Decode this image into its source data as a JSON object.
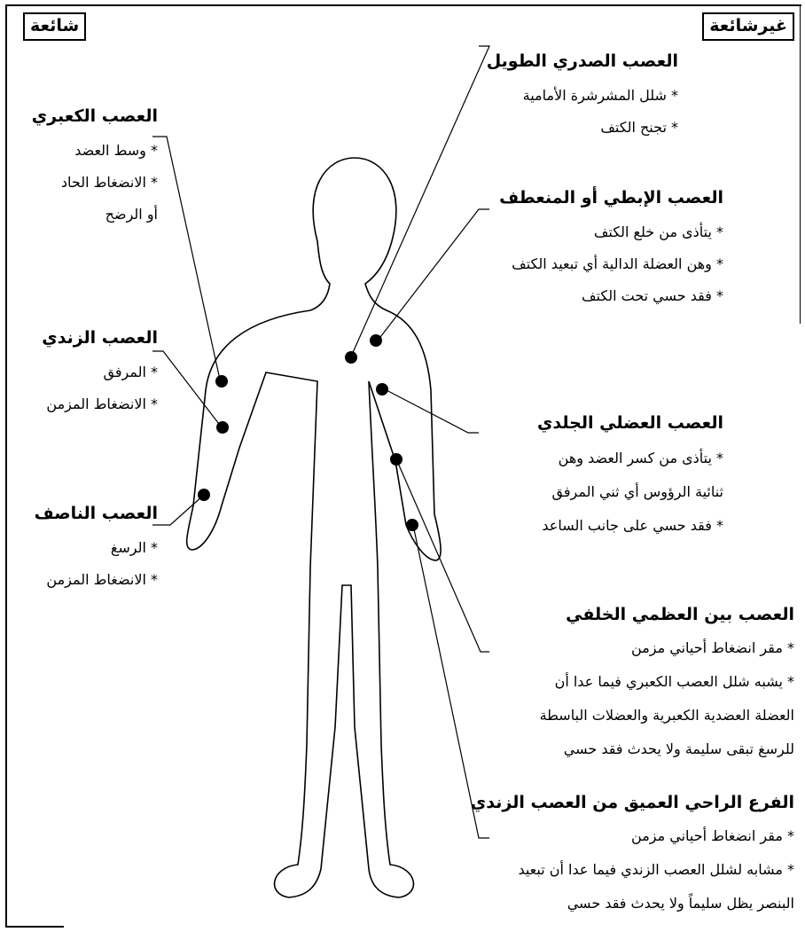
{
  "tags": {
    "common": "شائعة",
    "uncommon": "غيرشائعة"
  },
  "nerves": {
    "radial": {
      "title": "العصب الكعبري",
      "items": [
        "* وسط العضد",
        "* الانضغاط الحاد",
        "أو الرضح"
      ]
    },
    "ulnar": {
      "title": "العصب الزندي",
      "items": [
        "* المرفق",
        "* الانضغاط المزمن"
      ]
    },
    "median": {
      "title": "العصب الناصف",
      "items": [
        "* الرسغ",
        "* الانضغاط المزمن"
      ]
    },
    "long_thoracic": {
      "title": "العصب الصدري الطويل",
      "items": [
        "* شلل المشرشرة الأمامية",
        "* تجنح الكتف"
      ]
    },
    "axillary": {
      "title": "العصب الإبطي أو المنعطف",
      "items": [
        "* يتأذى من خلع الكتف",
        "* وهن العضلة الدالية أي تبعيد الكتف",
        "* فقد حسي تحت الكتف"
      ]
    },
    "musculocutaneous": {
      "title": "العصب العضلي الجلدي",
      "items": [
        "* يتأذى من كسر العضد وهن",
        "ثنائية الرؤوس أي ثني المرفق",
        "* فقد حسي على جانب الساعد"
      ]
    },
    "posterior_interosseous": {
      "title": "العصب بين العظمي الخلفي",
      "items": [
        "* مقر انضغاط أحياني مزمن",
        "* يشبه شلل العصب الكعبري فيما عدا أن",
        "العضلة العضدية الكعبرية والعضلات الباسطة",
        "للرسغ تبقى سليمة ولا يحدث فقد حسي"
      ]
    },
    "deep_palmar_ulnar": {
      "title": "الفرع الراحي العميق من العصب الزندي",
      "items": [
        "* مقر انضغاط أحياني مزمن",
        "* مشابه لشلل العصب الزندي فيما عدا أن تبعيد",
        "البنصر يظل سليماً ولا يحدث فقد حسي"
      ]
    }
  },
  "figure": {
    "icon": "human-body-outline-icon",
    "stroke": "#000000",
    "marker": "#000000"
  }
}
